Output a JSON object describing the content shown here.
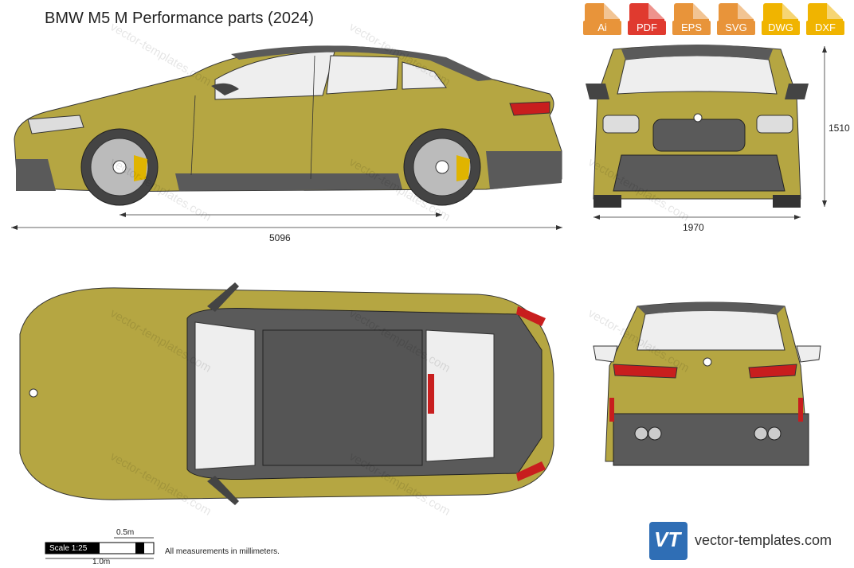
{
  "title": "BMW M5 M Performance parts (2024)",
  "formats": [
    {
      "label": "Ai",
      "color": "#e8943a"
    },
    {
      "label": "PDF",
      "color": "#e03a2f"
    },
    {
      "label": "EPS",
      "color": "#e8943a"
    },
    {
      "label": "SVG",
      "color": "#e8943a"
    },
    {
      "label": "DWG",
      "color": "#f0b400"
    },
    {
      "label": "DXF",
      "color": "#f0b400"
    }
  ],
  "dimensions": {
    "length": "5096",
    "width": "1970",
    "height": "1510"
  },
  "scale": {
    "label": "Scale 1:25",
    "half_meter": "0.5m",
    "one_meter": "1.0m"
  },
  "note": "All measurements in millimeters.",
  "brand": "vector-templates.com",
  "watermark": "vector-templates.com",
  "colors": {
    "body": "#b5a642",
    "body_dark": "#8f8335",
    "trim": "#5a5a5a",
    "glass": "#eeeeee",
    "light_red": "#c81e1e"
  }
}
